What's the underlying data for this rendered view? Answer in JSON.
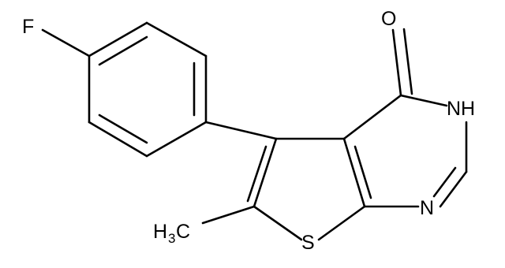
{
  "atom_labels": {
    "fluorine": "F",
    "oxygen": "O",
    "nh_group": "NH",
    "nitrogen": "N",
    "sulfur": "S",
    "methyl_c": "H",
    "methyl_sub": "3",
    "methyl_c2": "C"
  },
  "colors": {
    "bond": "#000000",
    "label": "#000000",
    "background": "#ffffff"
  }
}
